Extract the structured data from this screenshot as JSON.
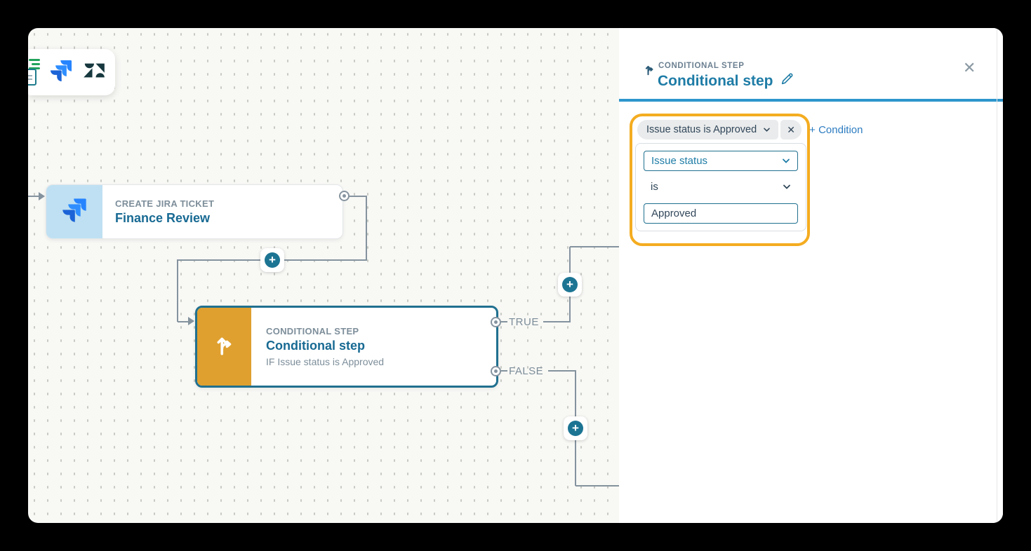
{
  "app": {
    "plus": "+"
  },
  "colors": {
    "accent_teal": "#1E7CA6",
    "node_border_teal": "#20708F",
    "node_orange": "#DFA02F",
    "highlight_orange": "#F4AC20",
    "divider_blue": "#2E96CC",
    "link_blue": "#2C7CC0",
    "wire_gray": "#84939E",
    "jira_sidebar_blue": "#BFE0F2",
    "canvas_bg": "#F8F8F5"
  },
  "icons": {
    "trigger": [
      "sheets-icon",
      "jira-icon",
      "zendesk-icon"
    ],
    "conditional": "branch-icon",
    "edit": "pencil-icon",
    "close": "close-icon",
    "dropdown": "chevron-down-icon",
    "add_step": "plus-icon"
  },
  "canvas": {
    "jira_node": {
      "type_label": "CREATE JIRA TICKET",
      "title": "Finance Review"
    },
    "conditional_node": {
      "type_label": "CONDITIONAL STEP",
      "title": "Conditional step",
      "subtitle": "IF Issue status is Approved"
    },
    "branches": {
      "true_label": "TRUE",
      "false_label": "FALSE"
    }
  },
  "panel": {
    "type_label": "CONDITIONAL STEP",
    "title": "Conditional step",
    "close_glyph": "✕",
    "condition_group": {
      "summary": "Issue status is Approved",
      "remove_glyph": "✕",
      "add_condition": "+ Condition",
      "field_value": "Issue status",
      "operator_value": "is",
      "value": "Approved"
    }
  }
}
